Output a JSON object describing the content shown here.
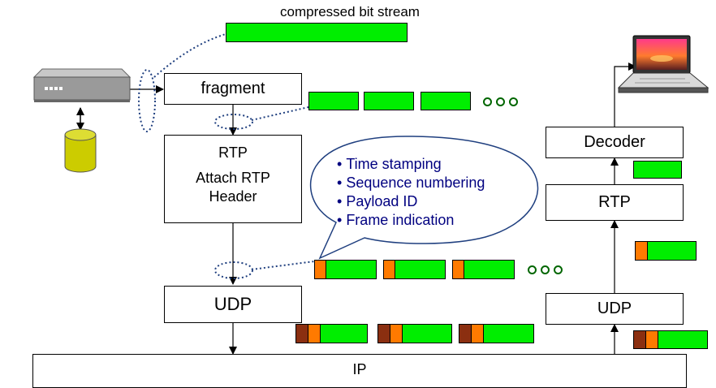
{
  "title": "compressed bit stream",
  "boxes": {
    "fragment": "fragment",
    "rtp_sender_title": "RTP",
    "rtp_sender_sub1": "Attach RTP",
    "rtp_sender_sub2": "Header",
    "udp_sender": "UDP",
    "ip": "IP",
    "decoder": "Decoder",
    "rtp_receiver": "RTP",
    "udp_receiver": "UDP"
  },
  "bubble_items": [
    "Time stamping",
    "Sequence numbering",
    "Payload ID",
    "Frame indication"
  ],
  "icons": [
    "server-device-icon",
    "database-cylinder-icon",
    "laptop-icon"
  ],
  "colors": {
    "payload": "#00ee00",
    "rtp_header": "#ff7a00",
    "udp_header": "#8b2f10",
    "bubble_text": "#000080",
    "dotted_link": "#1f3f7f"
  }
}
